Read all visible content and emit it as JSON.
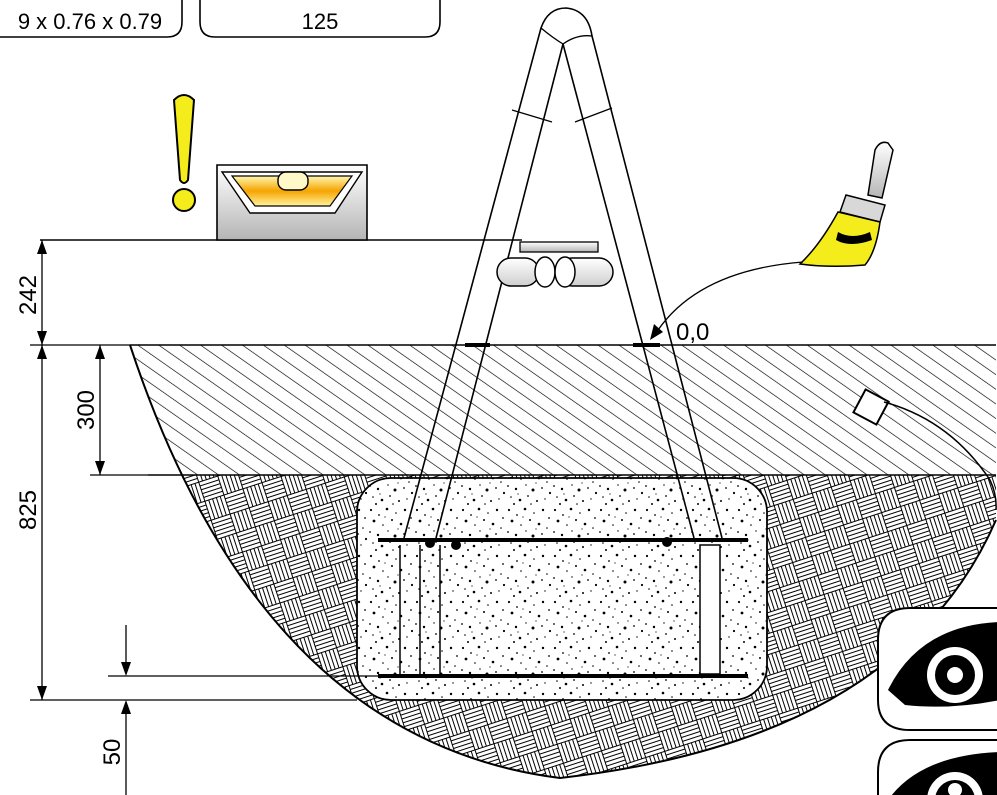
{
  "header": {
    "box_left_text": "9 x 0.76 x 0.79",
    "box_right_text": "125"
  },
  "diagram": {
    "zero_label": "0,0",
    "dimensions": {
      "d242": "242",
      "d300": "300",
      "d825": "825",
      "d50": "50"
    },
    "colors": {
      "accent_yellow": "#f5ec1c",
      "level_orange": "#f5a400",
      "soil_hatch": "#000000",
      "gravel_fill": "#ffffff"
    },
    "icons": [
      "warning-exclamation-icon",
      "spirit-level-icon",
      "paintbrush-icon",
      "sensor-icon",
      "eye-icon"
    ]
  }
}
